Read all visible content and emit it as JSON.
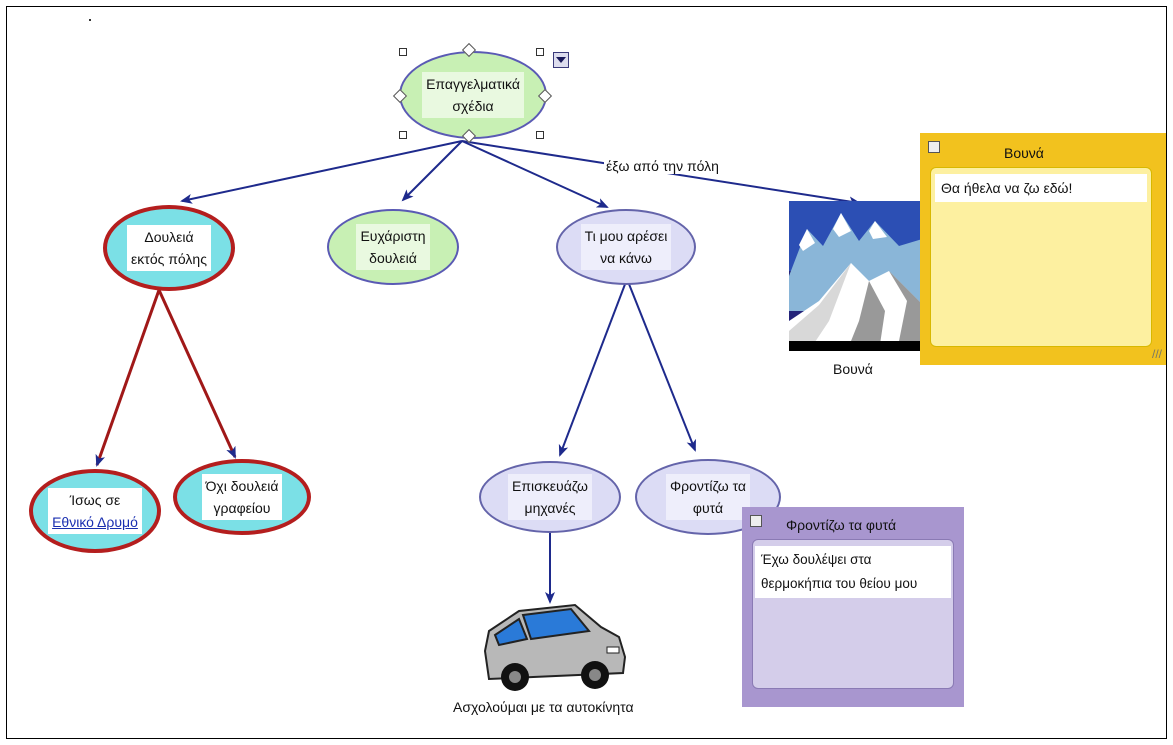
{
  "nodes": {
    "root": {
      "line1": "Επαγγελματικά",
      "line2": "σχέδια"
    },
    "job_outside": {
      "line1": "Δουλειά",
      "line2": "εκτός πόλης"
    },
    "pleasant_job": {
      "line1": "Ευχάριστη",
      "line2": "δουλειά"
    },
    "like_to_do": {
      "line1": "Τι μου αρέσει",
      "line2": "να κάνω"
    },
    "maybe": {
      "line1": "Ίσως σε",
      "line2": "Εθνικό Δρυμό"
    },
    "no_office": {
      "line1": "Όχι δουλειά",
      "line2": "γραφείου"
    },
    "repair": {
      "line1": "Επισκευάζω",
      "line2": "μηχανές"
    },
    "plants": {
      "line1": "Φροντίζω τα",
      "line2": "φυτά"
    }
  },
  "edge_labels": {
    "outside_city": "έξω από την πόλη"
  },
  "images": {
    "mountains": {
      "icon": "mountains-clipart",
      "caption": "Βουνά"
    },
    "car": {
      "icon": "car-clipart",
      "caption": "Ασχολούμαι με τα αυτοκίνητα"
    }
  },
  "notes": {
    "mountains": {
      "title": "Βουνά",
      "text": "Θα ήθελα να ζω εδώ!",
      "color": "#f2c21e",
      "body_color": "#fdf0a0"
    },
    "plants": {
      "title": "Φροντίζω τα φυτά",
      "line1": "Έχω δουλέψει στα",
      "line2": "θερμοκήπια του θείου μου",
      "color": "#a896cf",
      "body_color": "#d4cdea"
    }
  },
  "colors": {
    "edge_blue": "#1e2a8c",
    "edge_red": "#a01818",
    "node_green": "#c8f0b4",
    "node_lavender": "#dcdcf5",
    "node_cyan": "#7be0e6"
  }
}
